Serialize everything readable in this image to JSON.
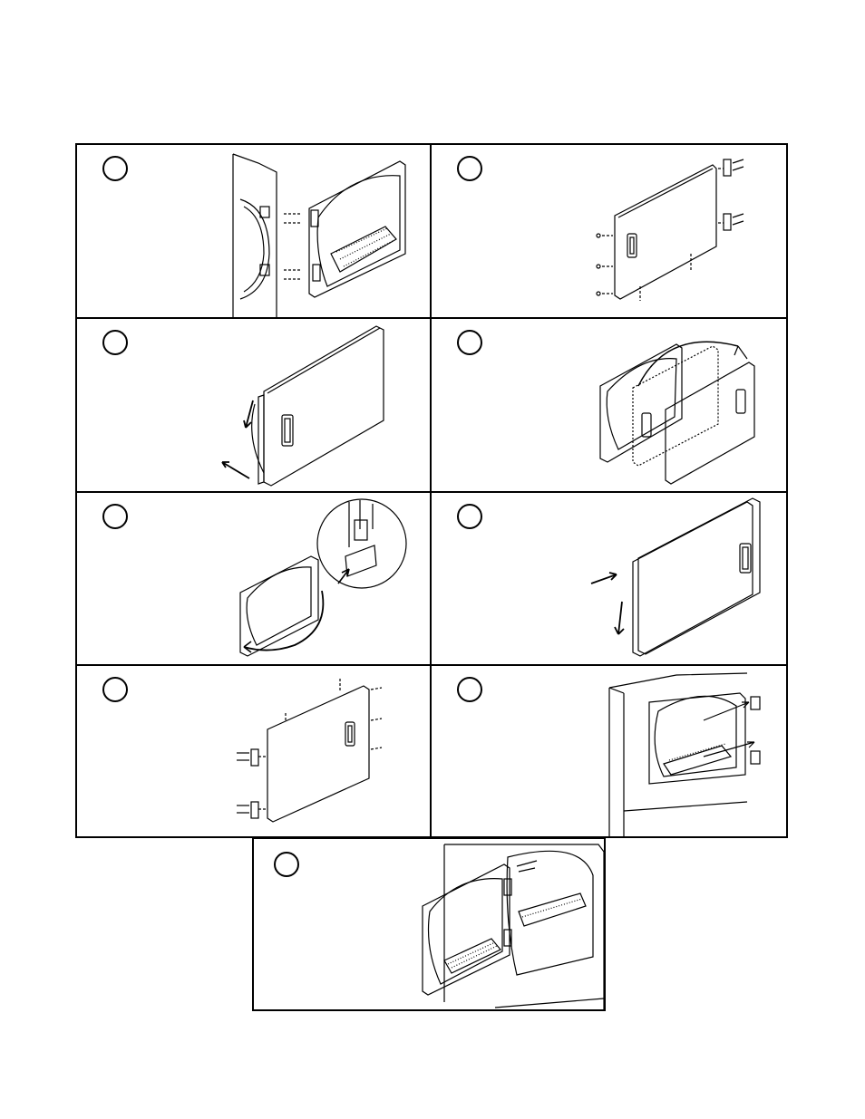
{
  "document": {
    "type": "step-illustrations",
    "steps": [
      {
        "id": 1,
        "illustration": "door-removed-from-dryer-hinges"
      },
      {
        "id": 2,
        "illustration": "door-panel-screws-and-hinges"
      },
      {
        "id": 3,
        "illustration": "door-panel-slide-apart"
      },
      {
        "id": 4,
        "illustration": "door-panel-flip"
      },
      {
        "id": 5,
        "illustration": "door-catch-detail"
      },
      {
        "id": 6,
        "illustration": "door-panel-reassemble"
      },
      {
        "id": 7,
        "illustration": "hinges-reinstalled-on-door"
      },
      {
        "id": 8,
        "illustration": "hinge-plates-moved-on-cabinet"
      },
      {
        "id": 9,
        "illustration": "door-reinstalled-opposite-side"
      }
    ]
  },
  "colors": {
    "line": "#000000",
    "background": "#ffffff"
  }
}
